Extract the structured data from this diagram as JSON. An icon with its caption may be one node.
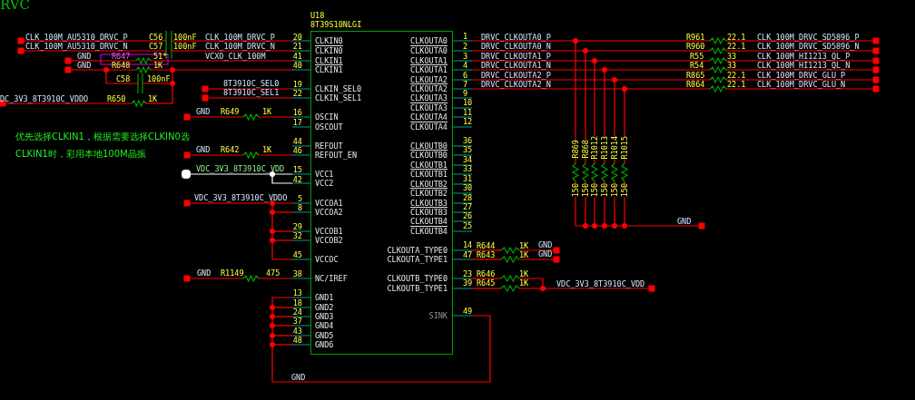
{
  "diagram": {
    "nodes": [
      {
        "text": [
          "U18",
          "8T39S10NLGI",
          "CLKIN0",
          "CLKIN0",
          "CLKIN1",
          "CLKIN1",
          "CLKIN_SEL0",
          "CLKIN_SEL1",
          "OSCIN",
          "OSCOUT",
          "REFOUT",
          "REFOUT_EN",
          "VCC1",
          "VCC2",
          "VCCOA1",
          "VCCOA2",
          "VCCOB1",
          "VCCOB2",
          "VCCOC",
          "NC/IREF",
          "GND1",
          "GND2",
          "GND3",
          "GND4",
          "GND5",
          "GND6",
          "CLKOUTA0",
          "CLKOUTA0",
          "CLKOUTA1",
          "CLKOUTA1",
          "CLKOUTA2",
          "CLKOUTA2",
          "CLKOUTA3",
          "CLKOUTA3",
          "CLKOUTA4",
          "CLKOUTA4",
          "CLKOUTB0",
          "CLKOUTB0",
          "CLKOUTB1",
          "CLKOUTB1",
          "CLKOUTB2",
          "CLKOUTB2",
          "CLKOUTB3",
          "CLKOUTB3",
          "CLKOUTB4",
          "CLKOUTB4",
          "CLKOUTA_TYPE0",
          "CLKOUTA_TYPE1",
          "CLKOUTB_TYPE0",
          "CLKOUTB_TYPE1",
          "SINK"
        ]
      }
    ],
    "labels": [
      "RVC",
      "CLK_100M_AU5310_DRVC_P",
      "C56",
      "100nF",
      "CLK_100M_DRVC_P",
      "20",
      "CLK_100M_AU5310_DRVC_N",
      "C57",
      "100nF",
      "CLK_100M_DRVC_N",
      "21",
      "GND",
      "R647",
      "51*",
      "VCXO_CLK_100M",
      "41",
      "GND",
      "R648",
      "1K",
      "40",
      "C58",
      "100nF",
      "8T3910C_SEL0",
      "19",
      "8T3910C_SEL1",
      "22",
      "DC_3V3_8T3910C_VDDO",
      "R650",
      "1K",
      "GND",
      "R649",
      "1K",
      "16",
      "17",
      "优先选择CLKIN1，根据需要选择CLKIN0选CLKIN1时，彩用本地100M晶振",
      "44",
      "GND",
      "R642",
      "1K",
      "46",
      "VDC_3V3_8T3910C_VDD",
      "15",
      "42",
      "VDC_3V3_8T3910C_VDDO",
      "5",
      "8",
      "29",
      "32",
      "45",
      "GND",
      "R1149",
      "475",
      "38",
      "13",
      "18",
      "24",
      "37",
      "43",
      "48",
      "GND",
      "1",
      "DRVC_CLKOUTA0_P",
      "R961",
      "22.1",
      "CLK_100M_DRVC_SD5896_P",
      "2",
      "DRVC_CLKOUTA0_N",
      "R960",
      "22.1",
      "CLK_100M_DRVC_SD5896_N",
      "3",
      "DRVC_CLKOUTA1_P",
      "R55",
      "33",
      "CLK_100M_HI1213_QL_P",
      "4",
      "DRVC_CLKOUTA1_N",
      "R54",
      "33",
      "CLK_100M_HI1213_QL_N",
      "6",
      "DRVC_CLKOUTA2_P",
      "R865",
      "22.1",
      "CLK_100M_DRVC_GLU_P",
      "7",
      "DRVC_CLKOUTA2_N",
      "R864",
      "22.1",
      "CLK_100M_DRVC_GLU_N",
      "9",
      "10",
      "11",
      "12",
      "36",
      "35",
      "34",
      "33",
      "31",
      "30",
      "28",
      "27",
      "26",
      "25",
      "R869",
      "R868",
      "R1012",
      "R1013",
      "R1014",
      "R1015",
      "150",
      "150",
      "150",
      "150",
      "150",
      "150",
      "GND",
      "14",
      "R644",
      "1K",
      "GND",
      "47",
      "R643",
      "1K",
      "GND",
      "23",
      "R646",
      "1K",
      "39",
      "R645",
      "1K",
      "VDC_3V3_8T3910C_VDD",
      "49"
    ]
  }
}
